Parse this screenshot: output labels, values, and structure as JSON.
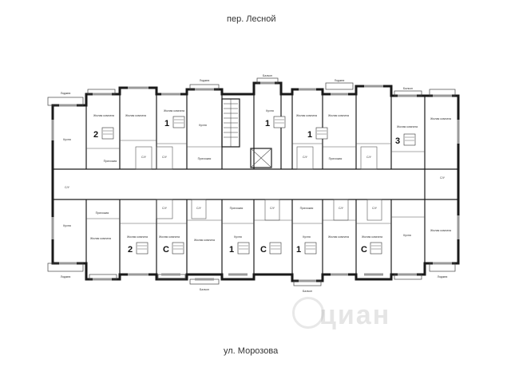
{
  "streets": {
    "top": "пер. Лесной",
    "bottom": "ул. Морозова"
  },
  "watermark": {
    "text": "циан",
    "kind": "logo-watermark"
  },
  "apartment_types": [
    {
      "id": "apt-top-1",
      "type": "2"
    },
    {
      "id": "apt-top-2",
      "type": "1"
    },
    {
      "id": "apt-top-3",
      "type": "1"
    },
    {
      "id": "apt-top-4",
      "type": "1"
    },
    {
      "id": "apt-top-5",
      "type": "3"
    },
    {
      "id": "apt-bot-1",
      "type": "2"
    },
    {
      "id": "apt-bot-2",
      "type": "С"
    },
    {
      "id": "apt-bot-3",
      "type": "1"
    },
    {
      "id": "apt-bot-4",
      "type": "С"
    },
    {
      "id": "apt-bot-5",
      "type": "1"
    },
    {
      "id": "apt-bot-6",
      "type": "С"
    }
  ],
  "rooms": {
    "living": "Жилая комната",
    "kitchen": "Кухня",
    "corridor": "Прихожая",
    "bathroom": "С/У",
    "loggia": "Лоджия",
    "balcony": "Балкон"
  }
}
